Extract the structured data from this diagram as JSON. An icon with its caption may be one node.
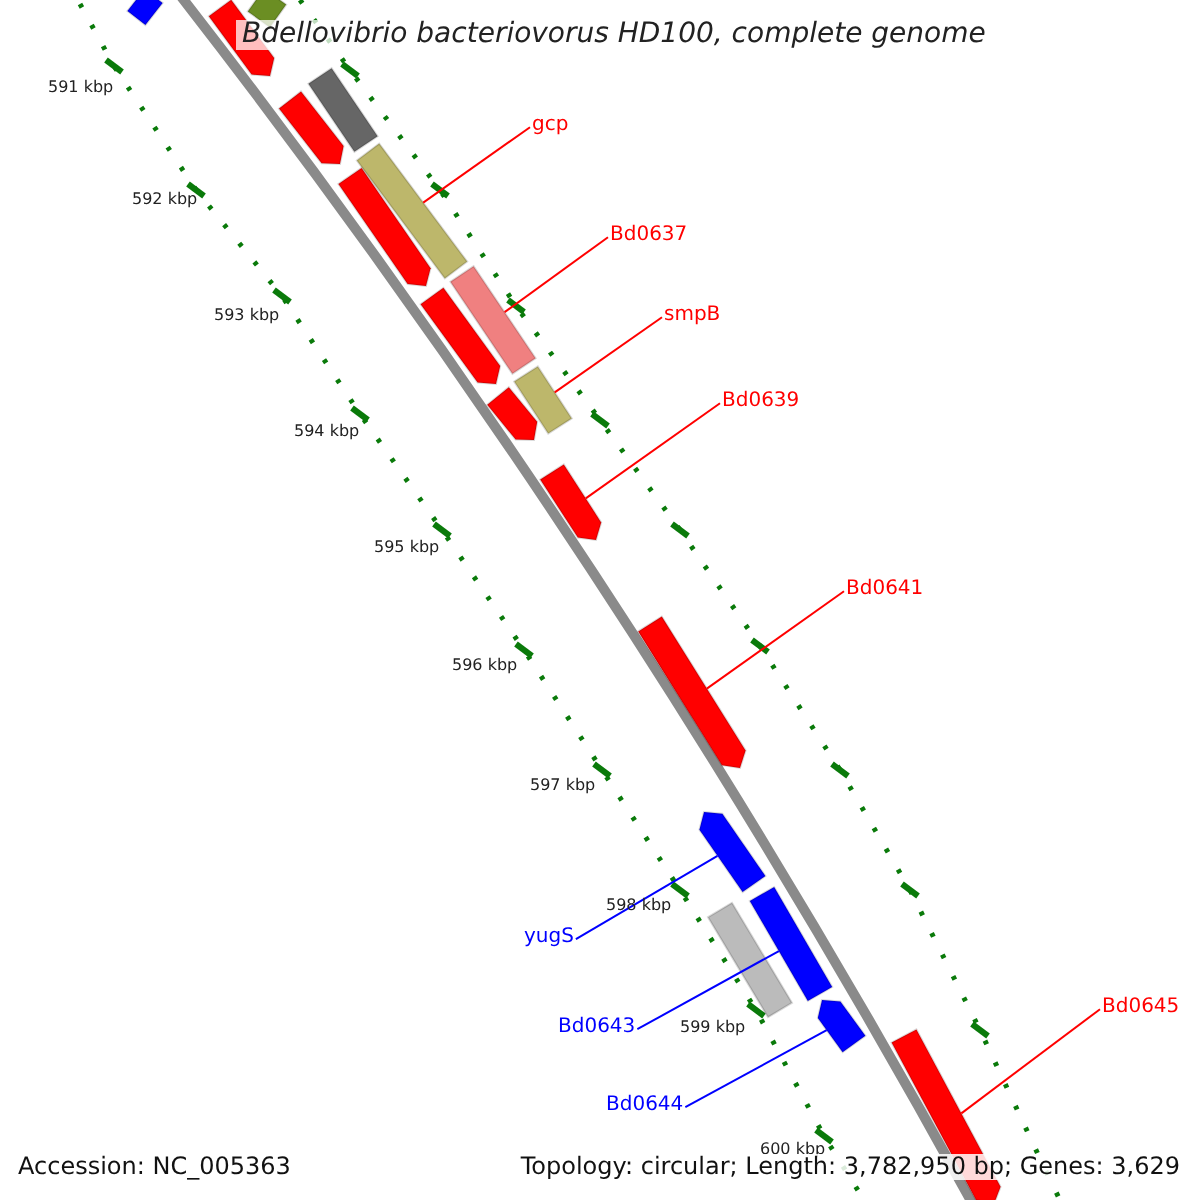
{
  "diagram": {
    "title": "Bdellovibrio bacteriovorus HD100, complete genome",
    "nodes": [
      {
        "text": [
          "gcp"
        ]
      },
      {
        "text": [],
        "shape": "bar"
      },
      {
        "text": [
          "Bd0637"
        ]
      },
      {
        "text": [],
        "shape": "bar"
      },
      {
        "text": [
          "smpB"
        ]
      },
      {
        "text": [],
        "shape": "bar"
      },
      {
        "text": [
          "Bd0639"
        ]
      },
      {
        "text": [],
        "shape": "bar"
      },
      {
        "text": [
          "Bd0641"
        ]
      },
      {
        "text": [],
        "shape": "bar"
      },
      {
        "text": [
          "yugS"
        ]
      },
      {
        "text": [],
        "shape": "bar"
      },
      {
        "text": [
          "Bd0643"
        ]
      },
      {
        "text": [],
        "shape": "bar"
      },
      {
        "text": [
          "Bd0644"
        ]
      },
      {
        "text": [],
        "shape": "bar"
      },
      {
        "text": [
          "Bd0645"
        ]
      },
      {
        "text": [],
        "shape": "bar"
      },
      {
        "text": [],
        "shape": "bar"
      },
      {
        "text": [],
        "shape": "bar"
      },
      {
        "text": [],
        "shape": "bar"
      },
      {
        "text": [],
        "shape": "bar"
      },
      {
        "text": [],
        "shape": "bar"
      },
      {
        "text": [],
        "shape": "bar"
      },
      {
        "text": [],
        "shape": "bar"
      },
      {
        "text": [],
        "shape": "bar"
      },
      {
        "text": [],
        "shape": "bar"
      }
    ],
    "edges": [
      {
        "from": 0,
        "to": 1,
        "arrow": "none"
      },
      {
        "from": 2,
        "to": 3,
        "arrow": "none"
      },
      {
        "from": 4,
        "to": 5,
        "arrow": "none"
      },
      {
        "from": 6,
        "to": 7,
        "arrow": "none"
      },
      {
        "from": 8,
        "to": 9,
        "arrow": "none"
      },
      {
        "from": 10,
        "to": 11,
        "arrow": "none",
        "color": "#0000ff"
      },
      {
        "from": 12,
        "to": 13,
        "arrow": "none",
        "color": "#0000ff"
      },
      {
        "from": 14,
        "to": 15,
        "arrow": "none",
        "color": "#0000ff"
      },
      {
        "from": 16,
        "to": 17,
        "arrow": "none"
      }
    ],
    "labels": [
      "591 kbp",
      "592 kbp",
      "593 kbp",
      "594 kbp",
      "595 kbp",
      "596 kbp",
      "597 kbp",
      "598 kbp",
      "599 kbp",
      "600 kbp",
      "Accession: NC_005363",
      "Topology: circular; Length: 3,782,950 bp; Genes: 3,629"
    ]
  }
}
